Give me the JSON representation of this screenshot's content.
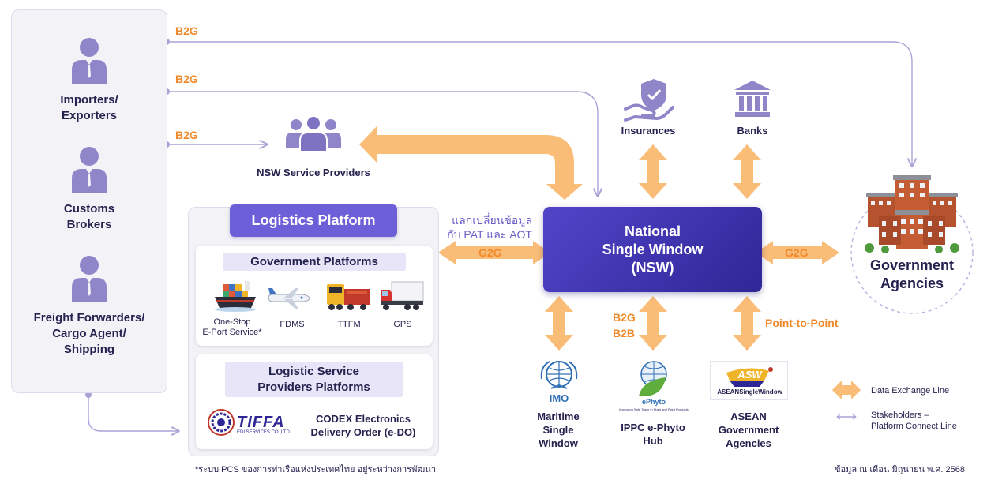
{
  "stakeholders": {
    "items": [
      {
        "label": "Importers/\nExporters"
      },
      {
        "label": "Customs\nBrokers"
      },
      {
        "label": "Freight Forwarders/\nCargo Agent/\nShipping"
      }
    ]
  },
  "b2g_labels": [
    "B2G",
    "B2G",
    "B2G"
  ],
  "service_providers": {
    "label": "NSW Service Providers"
  },
  "insurances": {
    "label": "Insurances"
  },
  "banks": {
    "label": "Banks"
  },
  "logistics_platform": {
    "title": "Logistics Platform",
    "government_platforms": {
      "title": "Government Platforms",
      "items": [
        {
          "label": "One-Stop\nE-Port Service*"
        },
        {
          "label": "FDMS"
        },
        {
          "label": "TTFM"
        },
        {
          "label": "GPS"
        }
      ]
    },
    "lsp": {
      "title": "Logistic Service\nProviders Platforms",
      "tiffa_logo": "TIFFA",
      "tiffa_sub": "EDI SERVICES CO.,LTD.",
      "codex_label": "CODEX Electronics\nDelivery Order (e-DO)"
    }
  },
  "exchange_note": "แลกเปลี่ยนข้อมูล\nกับ PAT และ AOT",
  "g2g_left": "G2G",
  "g2g_right": "G2G",
  "nsw": {
    "label": "National\nSingle Window\n(NSW)"
  },
  "government_agencies": {
    "label": "Government\nAgencies"
  },
  "bottom": {
    "imo": {
      "logo": "IMO",
      "label": "Maritime\nSingle\nWindow"
    },
    "ephyto": {
      "logo": "ePhyto",
      "tagline": "Improving Safe Trade in Plant and Plant Products",
      "label": "IPPC e-Phyto\nHub"
    },
    "asw": {
      "logo": "ASW",
      "logo_sub": "ASEANSingleWindow",
      "label": "ASEAN\nGovernment\nAgencies"
    }
  },
  "b2g_b2b": "B2G\nB2B",
  "point_to_point": "Point-to-Point",
  "legend": {
    "data_exchange": "Data Exchange Line",
    "stakeholders_line": "Stakeholders –\nPlatform Connect Line"
  },
  "footnote": "*ระบบ PCS ของการท่าเรือแห่งประเทศไทย อยู่ระหว่างการพัฒนา",
  "source_note": "ข้อมูล ณ เดือน มิถุนายน พ.ศ. 2568",
  "colors": {
    "accent": "#6c5fd8",
    "orange": "#f08a2c",
    "arrow_fill": "#f9bd78",
    "nsw_dark": "#2f2696",
    "connector": "#a9a3d8"
  }
}
